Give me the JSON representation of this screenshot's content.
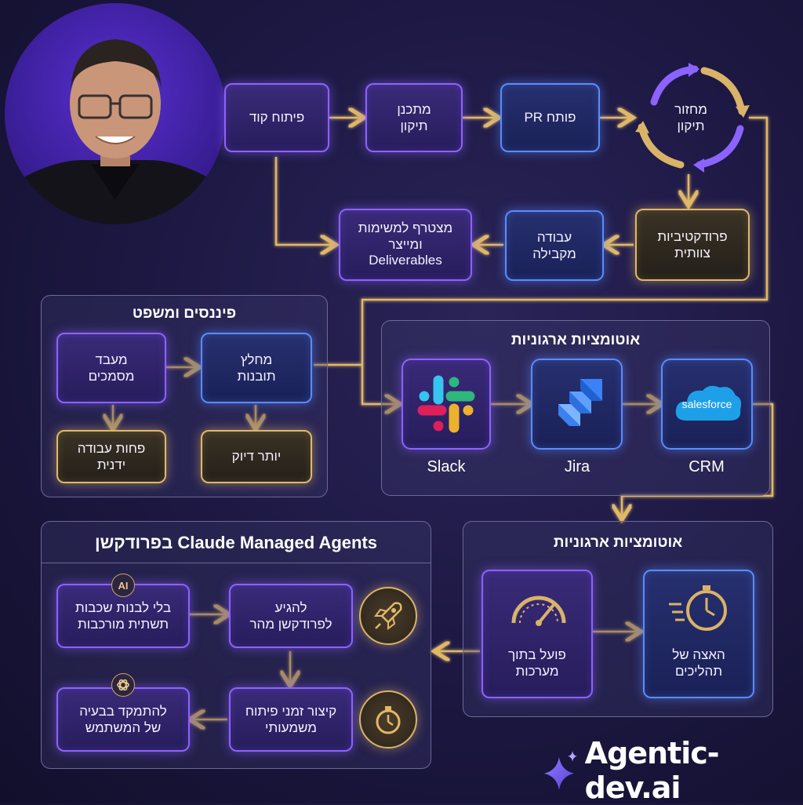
{
  "top_flow": {
    "code_dev": "פיתוח קוד",
    "plans_fix": "מתכנן\nתיקון",
    "opens_pr": "פותח PR",
    "fix_cycle": "מחזור\nתיקון",
    "team_productivity": "פרודקטיביות\nצוותית",
    "parallel_work": "עבודה\nמקבילה",
    "joins_tasks": "מצטרף למשימות\nומייצר\nDeliverables"
  },
  "finance_panel": {
    "title": "פיננסים ומשפט",
    "doc_processor": "מעבד\nמסמכים",
    "insight_extractor": "מחלץ\nתובנות",
    "less_manual": "פחות עבודה\nידנית",
    "more_accuracy": "יותר דיוק"
  },
  "org_automation_panel": {
    "title": "אוטומציות ארגוניות",
    "apps": [
      {
        "label": "Slack",
        "icon": "slack-icon"
      },
      {
        "label": "Jira",
        "icon": "jira-icon"
      },
      {
        "label": "CRM",
        "icon": "salesforce-icon",
        "brand": "salesforce"
      }
    ]
  },
  "org_automation_panel_2": {
    "title": "אוטומציות ארגוניות",
    "works_in_systems": "פועל בתוך\nמערכות",
    "process_acceleration": "האצה של\nתהליכים"
  },
  "claude_panel": {
    "title": "Claude Managed Agents בפרודקשן",
    "no_infra": "בלי לבנות שכבות\nתשתית מורכבות",
    "reach_prod": "להגיע\nלפרודקשן מהר",
    "focus_user": "להתמקד בבעיה\nשל המשתמש",
    "shorten_dev": "קיצור זמני פיתוח\nמשמעותי",
    "badge_ai": "AI"
  },
  "brand": {
    "name": "Agentic-dev.ai"
  },
  "colors": {
    "purple": "#8c63ff",
    "blue": "#5a8cff",
    "gold": "#e0b868",
    "background": "#1b1740"
  }
}
